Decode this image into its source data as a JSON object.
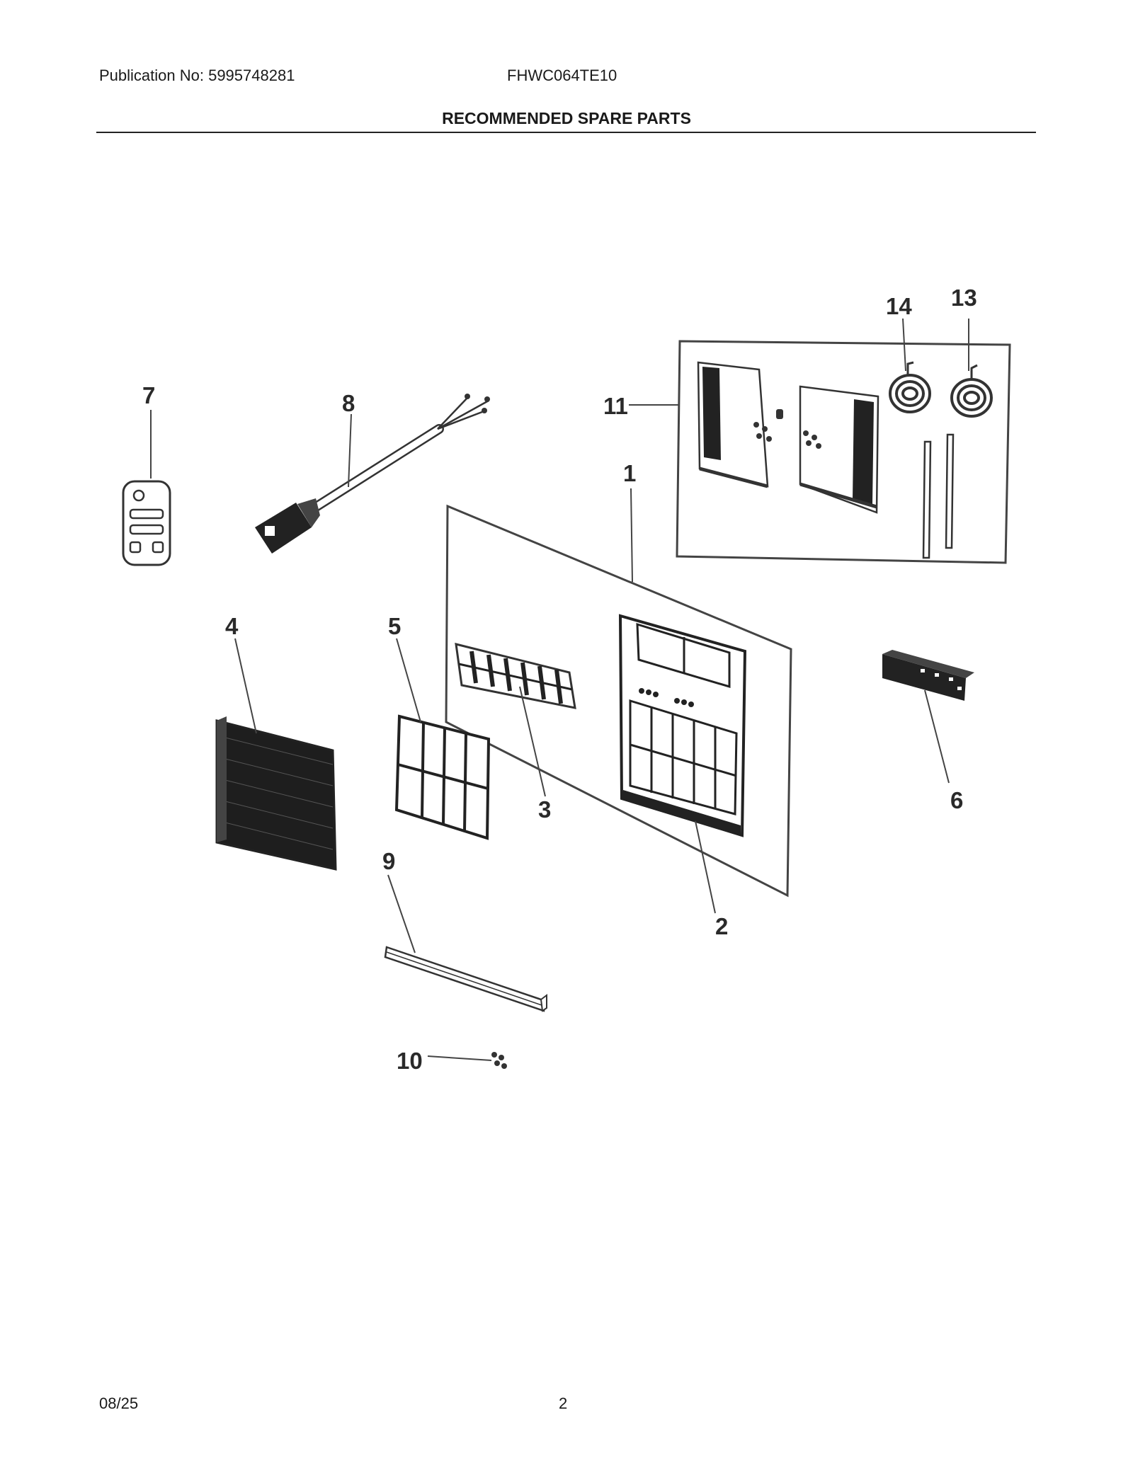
{
  "header": {
    "publication": "Publication No: 5995748281",
    "model": "FHWC064TE10",
    "title": "RECOMMENDED SPARE PARTS"
  },
  "callouts": {
    "c1": "1",
    "c2": "2",
    "c3": "3",
    "c4": "4",
    "c5": "5",
    "c6": "6",
    "c7": "7",
    "c8": "8",
    "c9": "9",
    "c10": "10",
    "c11": "11",
    "c13": "13",
    "c14": "14"
  },
  "footer": {
    "date": "08/25",
    "page": "2"
  }
}
